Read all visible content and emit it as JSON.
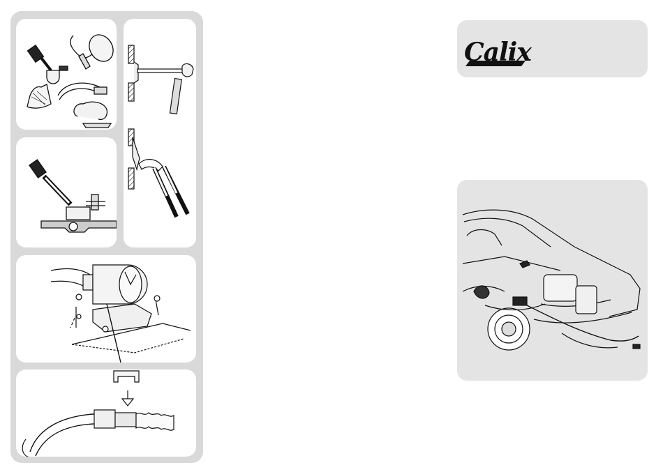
{
  "brand": {
    "logo_text": "Calix"
  },
  "illustrations": [
    {
      "id": "kit-contents",
      "subject": "heater-kit-contents"
    },
    {
      "id": "core-plug-removal",
      "subject": "hammer-and-plug"
    },
    {
      "id": "plug-extraction",
      "subject": "pliers-plug"
    },
    {
      "id": "heater-installed",
      "subject": "heater-with-tool"
    },
    {
      "id": "heater-mounting",
      "subject": "heater-bracket-screws"
    },
    {
      "id": "cable-clip",
      "subject": "clip-connector"
    },
    {
      "id": "car-installation",
      "subject": "car-engine-bay"
    }
  ],
  "colors": {
    "panel": "#d9d9d9",
    "card": "#ffffff",
    "logo_bg": "#e4e4e4",
    "line": "#111111"
  }
}
